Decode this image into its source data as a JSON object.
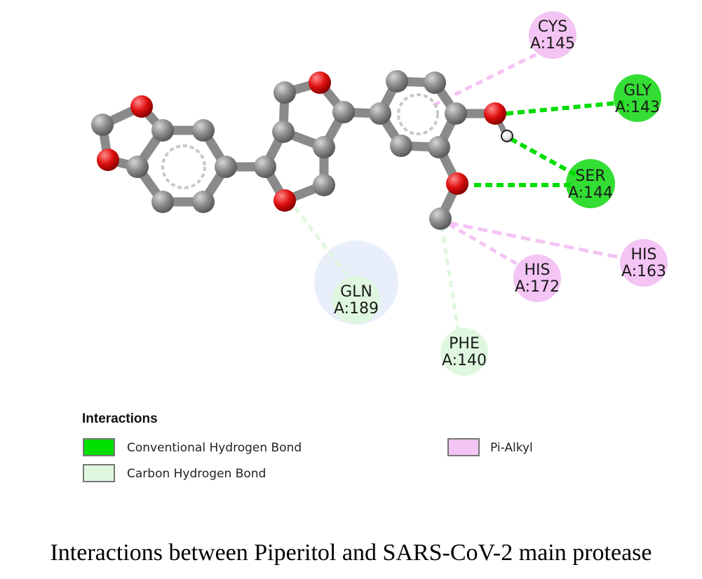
{
  "residues": [
    {
      "id": "cys145",
      "name": "CYS",
      "pos": "A:145",
      "type": "pi_alkyl"
    },
    {
      "id": "gly143",
      "name": "GLY",
      "pos": "A:143",
      "type": "conventional_h_bond"
    },
    {
      "id": "ser144",
      "name": "SER",
      "pos": "A:144",
      "type": "conventional_h_bond"
    },
    {
      "id": "his163",
      "name": "HIS",
      "pos": "A:163",
      "type": "pi_alkyl"
    },
    {
      "id": "his172",
      "name": "HIS",
      "pos": "A:172",
      "type": "pi_alkyl"
    },
    {
      "id": "gln189",
      "name": "GLN",
      "pos": "A:189",
      "type": "carbon_h_bond"
    },
    {
      "id": "phe140",
      "name": "PHE",
      "pos": "A:140",
      "type": "carbon_h_bond"
    }
  ],
  "legend": {
    "title": "Interactions",
    "items": [
      {
        "label": "Conventional Hydrogen Bond",
        "color": "#00e000"
      },
      {
        "label": "Carbon Hydrogen Bond",
        "color": "#dff7df"
      },
      {
        "label": "Pi-Alkyl",
        "color": "#f4c4f4"
      }
    ]
  },
  "colors": {
    "carbon": "#8a8a8a",
    "oxygen": "#e01010",
    "hydrogen": "#ffffff",
    "conventional_h_bond": "#00e000",
    "carbon_h_bond": "#dff7df",
    "pi_alkyl": "#f4c4f4"
  },
  "caption": "Interactions between Piperitol and SARS-CoV-2 main protease"
}
